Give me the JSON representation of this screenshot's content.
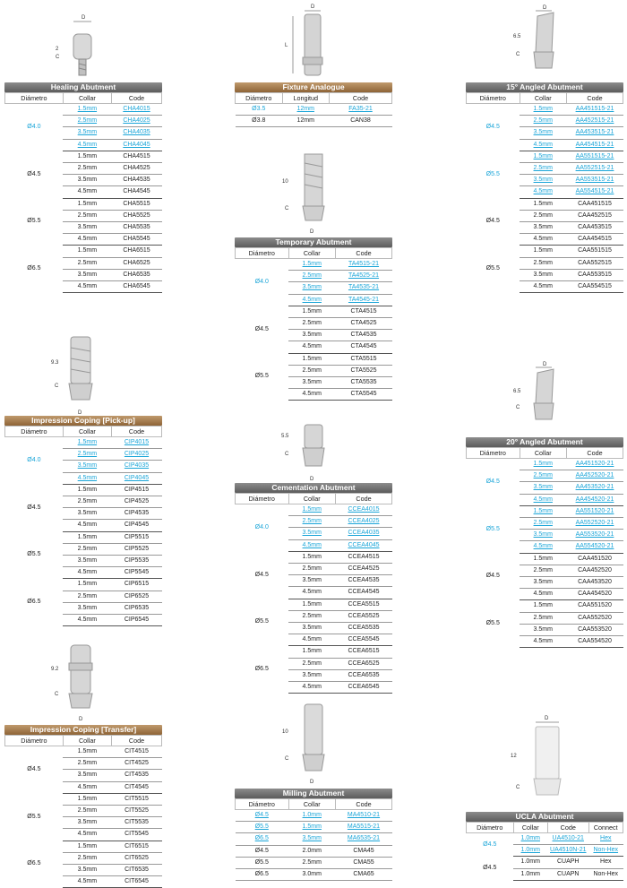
{
  "headers": {
    "diametro": "Diámetro",
    "collar": "Collar",
    "code": "Code",
    "longitud": "Longitud",
    "connect": "Connect"
  },
  "diagram_labels": {
    "healing": [
      "D",
      "2",
      "C"
    ],
    "fixture": [
      "D",
      "L"
    ],
    "angled15": [
      "D",
      "6.5",
      "C"
    ],
    "temporary": [
      "10",
      "C",
      "D"
    ],
    "pickup": [
      "9.3",
      "C",
      "D"
    ],
    "cementation": [
      "5.5",
      "C",
      "D"
    ],
    "angled20": [
      "D",
      "6.5",
      "C"
    ],
    "transfer": [
      "9.2",
      "C",
      "D"
    ],
    "milling": [
      "10",
      "C",
      "D"
    ],
    "ucla": [
      "D",
      "12",
      "C"
    ]
  },
  "healing": {
    "title": "Healing Abutment",
    "groups": [
      {
        "dia": "Ø4.0",
        "cyan": true,
        "rows": [
          [
            "1.5mm",
            "CHA4015"
          ],
          [
            "2.5mm",
            "CHA4025"
          ],
          [
            "3.5mm",
            "CHA4035"
          ],
          [
            "4.5mm",
            "CHA4045"
          ]
        ]
      },
      {
        "dia": "Ø4.5",
        "rows": [
          [
            "1.5mm",
            "CHA4515"
          ],
          [
            "2.5mm",
            "CHA4525"
          ],
          [
            "3.5mm",
            "CHA4535"
          ],
          [
            "4.5mm",
            "CHA4545"
          ]
        ]
      },
      {
        "dia": "Ø5.5",
        "rows": [
          [
            "1.5mm",
            "CHA5515"
          ],
          [
            "2.5mm",
            "CHA5525"
          ],
          [
            "3.5mm",
            "CHA5535"
          ],
          [
            "4.5mm",
            "CHA5545"
          ]
        ]
      },
      {
        "dia": "Ø6.5",
        "rows": [
          [
            "1.5mm",
            "CHA6515"
          ],
          [
            "2.5mm",
            "CHA6525"
          ],
          [
            "3.5mm",
            "CHA6535"
          ],
          [
            "4.5mm",
            "CHA6545"
          ]
        ]
      }
    ]
  },
  "fixture": {
    "title": "Fixture Analogue",
    "rows": [
      {
        "dia": "Ø3.5",
        "len": "12mm",
        "code": "FA35-21",
        "cyan": true
      },
      {
        "dia": "Ø3.8",
        "len": "12mm",
        "code": "CAN38",
        "cyan": false
      }
    ]
  },
  "angled15": {
    "title": "15° Angled Abutment",
    "groups": [
      {
        "dia": "Ø4.5",
        "cyan": true,
        "rows": [
          [
            "1.5mm",
            "AA451515-21"
          ],
          [
            "2.5mm",
            "AA452515-21"
          ],
          [
            "3.5mm",
            "AA453515-21"
          ],
          [
            "4.5mm",
            "AA454515-21"
          ]
        ]
      },
      {
        "dia": "Ø5.5",
        "cyan": true,
        "rows": [
          [
            "1.5mm",
            "AA551515-21"
          ],
          [
            "2.5mm",
            "AA552515-21"
          ],
          [
            "3.5mm",
            "AA553515-21"
          ],
          [
            "4.5mm",
            "AA554515-21"
          ]
        ]
      },
      {
        "dia": "Ø4.5",
        "rows": [
          [
            "1.5mm",
            "CAA451515"
          ],
          [
            "2.5mm",
            "CAA452515"
          ],
          [
            "3.5mm",
            "CAA453515"
          ],
          [
            "4.5mm",
            "CAA454515"
          ]
        ]
      },
      {
        "dia": "Ø5.5",
        "rows": [
          [
            "1.5mm",
            "CAA551515"
          ],
          [
            "2.5mm",
            "CAA552515"
          ],
          [
            "3.5mm",
            "CAA553515"
          ],
          [
            "4.5mm",
            "CAA554515"
          ]
        ]
      }
    ]
  },
  "temporary": {
    "title": "Temporary Abutment",
    "groups": [
      {
        "dia": "Ø4.0",
        "cyan": true,
        "rows": [
          [
            "1.5mm",
            "TA4515-21"
          ],
          [
            "2.5mm",
            "TA4525-21"
          ],
          [
            "3.5mm",
            "TA4535-21"
          ],
          [
            "4.5mm",
            "TA4545-21"
          ]
        ]
      },
      {
        "dia": "Ø4.5",
        "rows": [
          [
            "1.5mm",
            "CTA4515"
          ],
          [
            "2.5mm",
            "CTA4525"
          ],
          [
            "3.5mm",
            "CTA4535"
          ],
          [
            "4.5mm",
            "CTA4545"
          ]
        ]
      },
      {
        "dia": "Ø5.5",
        "rows": [
          [
            "1.5mm",
            "CTA5515"
          ],
          [
            "2.5mm",
            "CTA5525"
          ],
          [
            "3.5mm",
            "CTA5535"
          ],
          [
            "4.5mm",
            "CTA5545"
          ]
        ]
      }
    ]
  },
  "pickup": {
    "title": "Impression Coping [Pick-up]",
    "groups": [
      {
        "dia": "Ø4.0",
        "cyan": true,
        "rows": [
          [
            "1.5mm",
            "CIP4015"
          ],
          [
            "2.5mm",
            "CIP4025"
          ],
          [
            "3.5mm",
            "CIP4035"
          ],
          [
            "4.5mm",
            "CIP4045"
          ]
        ]
      },
      {
        "dia": "Ø4.5",
        "rows": [
          [
            "1.5mm",
            "CIP4515"
          ],
          [
            "2.5mm",
            "CIP4525"
          ],
          [
            "3.5mm",
            "CIP4535"
          ],
          [
            "4.5mm",
            "CIP4545"
          ]
        ]
      },
      {
        "dia": "Ø5.5",
        "rows": [
          [
            "1.5mm",
            "CIP5515"
          ],
          [
            "2.5mm",
            "CIP5525"
          ],
          [
            "3.5mm",
            "CIP5535"
          ],
          [
            "4.5mm",
            "CIP5545"
          ]
        ]
      },
      {
        "dia": "Ø6.5",
        "rows": [
          [
            "1.5mm",
            "CIP6515"
          ],
          [
            "2.5mm",
            "CIP6525"
          ],
          [
            "3.5mm",
            "CIP6535"
          ],
          [
            "4.5mm",
            "CIP6545"
          ]
        ]
      }
    ]
  },
  "cementation": {
    "title": "Cementation Abutment",
    "groups": [
      {
        "dia": "Ø4.0",
        "cyan": true,
        "rows": [
          [
            "1.5mm",
            "CCEA4015"
          ],
          [
            "2.5mm",
            "CCEA4025"
          ],
          [
            "3.5mm",
            "CCEA4035"
          ],
          [
            "4.5mm",
            "CCEA4045"
          ]
        ]
      },
      {
        "dia": "Ø4.5",
        "rows": [
          [
            "1.5mm",
            "CCEA4515"
          ],
          [
            "2.5mm",
            "CCEA4525"
          ],
          [
            "3.5mm",
            "CCEA4535"
          ],
          [
            "4.5mm",
            "CCEA4545"
          ]
        ]
      },
      {
        "dia": "Ø5.5",
        "rows": [
          [
            "1.5mm",
            "CCEA5515"
          ],
          [
            "2.5mm",
            "CCEA5525"
          ],
          [
            "3.5mm",
            "CCEA5535"
          ],
          [
            "4.5mm",
            "CCEA5545"
          ]
        ]
      },
      {
        "dia": "Ø6.5",
        "rows": [
          [
            "1.5mm",
            "CCEA6515"
          ],
          [
            "2.5mm",
            "CCEA6525"
          ],
          [
            "3.5mm",
            "CCEA6535"
          ],
          [
            "4.5mm",
            "CCEA6545"
          ]
        ]
      }
    ]
  },
  "angled20": {
    "title": "20° Angled Abutment",
    "groups": [
      {
        "dia": "Ø4.5",
        "cyan": true,
        "rows": [
          [
            "1.5mm",
            "AA451520-21"
          ],
          [
            "2.5mm",
            "AA452520-21"
          ],
          [
            "3.5mm",
            "AA453520-21"
          ],
          [
            "4.5mm",
            "AA454520-21"
          ]
        ]
      },
      {
        "dia": "Ø5.5",
        "cyan": true,
        "rows": [
          [
            "1.5mm",
            "AA551520-21"
          ],
          [
            "2.5mm",
            "AA552520-21"
          ],
          [
            "3.5mm",
            "AA553520-21"
          ],
          [
            "4.5mm",
            "AA554520-21"
          ]
        ]
      },
      {
        "dia": "Ø4.5",
        "rows": [
          [
            "1.5mm",
            "CAA451520"
          ],
          [
            "2.5mm",
            "CAA452520"
          ],
          [
            "3.5mm",
            "CAA453520"
          ],
          [
            "4.5mm",
            "CAA454520"
          ]
        ]
      },
      {
        "dia": "Ø5.5",
        "rows": [
          [
            "1.5mm",
            "CAA551520"
          ],
          [
            "2.5mm",
            "CAA552520"
          ],
          [
            "3.5mm",
            "CAA553520"
          ],
          [
            "4.5mm",
            "CAA554520"
          ]
        ]
      }
    ]
  },
  "transfer": {
    "title": "Impression Coping [Transfer]",
    "groups": [
      {
        "dia": "Ø4.5",
        "rows": [
          [
            "1.5mm",
            "CIT4515"
          ],
          [
            "2.5mm",
            "CIT4525"
          ],
          [
            "3.5mm",
            "CIT4535"
          ],
          [
            "4.5mm",
            "CIT4545"
          ]
        ]
      },
      {
        "dia": "Ø5.5",
        "rows": [
          [
            "1.5mm",
            "CIT5515"
          ],
          [
            "2.5mm",
            "CIT5525"
          ],
          [
            "3.5mm",
            "CIT5535"
          ],
          [
            "4.5mm",
            "CIT5545"
          ]
        ]
      },
      {
        "dia": "Ø6.5",
        "rows": [
          [
            "1.5mm",
            "CIT6515"
          ],
          [
            "2.5mm",
            "CIT6525"
          ],
          [
            "3.5mm",
            "CIT6535"
          ],
          [
            "4.5mm",
            "CIT6545"
          ]
        ]
      }
    ]
  },
  "milling": {
    "title": "Milling Abutment",
    "rows": [
      {
        "dia": "Ø4.5",
        "collar": "1.0mm",
        "code": "MA4510-21",
        "cyan": true
      },
      {
        "dia": "Ø5.5",
        "collar": "1.5mm",
        "code": "MA5515-21",
        "cyan": true
      },
      {
        "dia": "Ø6.5",
        "collar": "3.5mm",
        "code": "MA6535-21",
        "cyan": true
      },
      {
        "dia": "Ø4.5",
        "collar": "2.0mm",
        "code": "CMA45",
        "cyan": false
      },
      {
        "dia": "Ø5.5",
        "collar": "2.5mm",
        "code": "CMA55",
        "cyan": false
      },
      {
        "dia": "Ø6.5",
        "collar": "3.0mm",
        "code": "CMA65",
        "cyan": false
      }
    ]
  },
  "ucla": {
    "title": "UCLA Abutment",
    "groups": [
      {
        "dia": "Ø4.5",
        "cyan": true,
        "rows": [
          [
            "1.0mm",
            "UA4510-21",
            "Hex"
          ],
          [
            "1.0mm",
            "UA4510N-21",
            "Non-Hex"
          ]
        ]
      },
      {
        "dia": "Ø4.5",
        "rows": [
          [
            "1.0mm",
            "CUAPH",
            "Hex"
          ],
          [
            "1.0mm",
            "CUAPN",
            "Non-Hex"
          ]
        ]
      }
    ]
  }
}
